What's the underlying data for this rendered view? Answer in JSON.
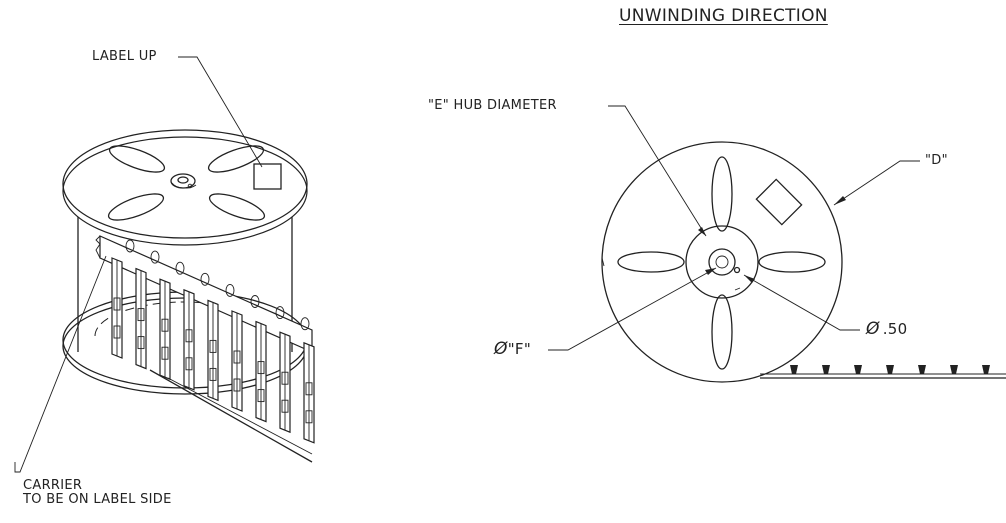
{
  "title": "UNWINDING DIRECTION",
  "left_view": {
    "label_up": "LABEL UP",
    "carrier_line1": "CARRIER",
    "carrier_line2": "TO BE ON LABEL SIDE"
  },
  "right_view": {
    "hub_diameter": "\"E\" HUB DIAMETER",
    "reel_diameter": "\"D\"",
    "arbor_hole": "\"F\"",
    "arbor_hole_symbol": "Ø",
    "drive_hole": ".50",
    "drive_hole_symbol": "Ø"
  },
  "colors": {
    "line": "#222222",
    "background": "#ffffff"
  }
}
